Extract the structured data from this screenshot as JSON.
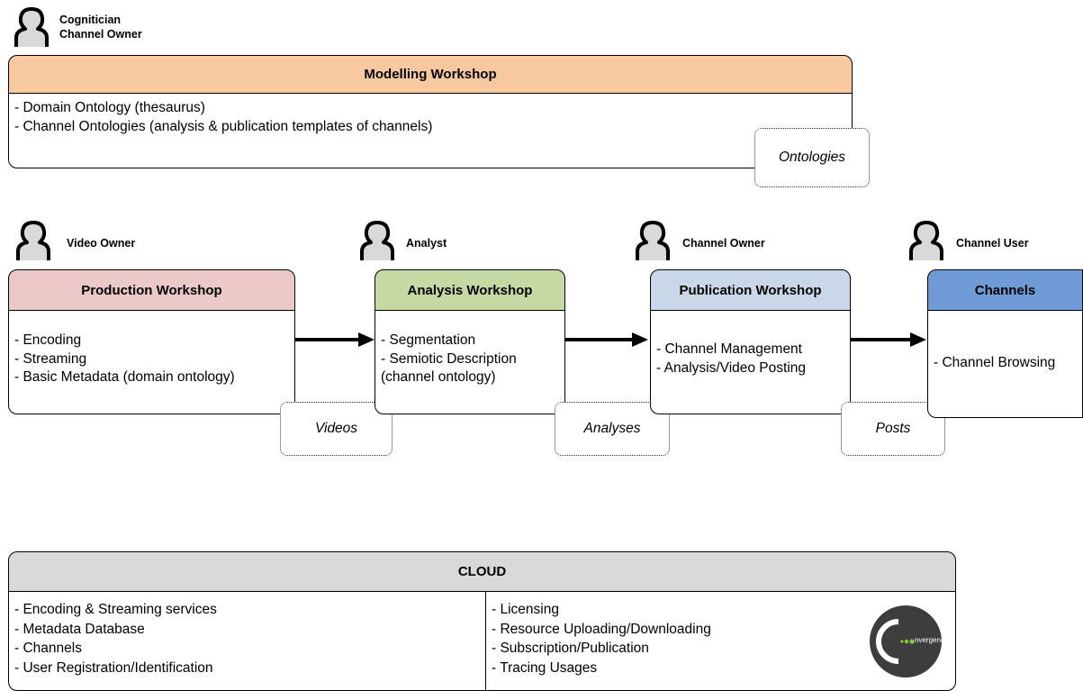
{
  "modelling": {
    "roles": [
      "Cognitician",
      "Channel Owner"
    ],
    "title": "Modelling Workshop",
    "items": [
      "- Domain Ontology (thesaurus)",
      "- Channel Ontologies (analysis & publication templates of channels)"
    ],
    "tag": "Ontologies",
    "color": "#f8c9a0"
  },
  "workshops": [
    {
      "role": "Video Owner",
      "title": "Production Workshop",
      "items": [
        "- Encoding",
        "- Streaming",
        "- Basic Metadata (domain ontology)"
      ],
      "color": "#ecc9c9"
    },
    {
      "role": "Analyst",
      "title": "Analysis Workshop",
      "items": [
        "- Segmentation",
        "- Semiotic Description",
        "(channel ontology)"
      ],
      "color": "#c6d9a5"
    },
    {
      "role": "Channel Owner",
      "title": "Publication Workshop",
      "items": [
        "- Channel Management",
        "- Analysis/Video Posting"
      ],
      "color": "#c9d7e8"
    },
    {
      "role": "Channel User",
      "title": "Channels",
      "items": [
        "- Channel Browsing"
      ],
      "color": "#6e9bd6"
    }
  ],
  "tags": [
    "Videos",
    "Analyses",
    "Posts"
  ],
  "cloud": {
    "title": "CLOUD",
    "left": [
      "- Encoding & Streaming services",
      "- Metadata Database",
      "- Channels",
      "- User Registration/Identification"
    ],
    "right": [
      "- Licensing",
      "- Resource Uploading/Downloading",
      "- Subscription/Publication",
      "- Tracing Usages"
    ],
    "logo_text": "nvergence",
    "color": "#d9d9d9"
  }
}
